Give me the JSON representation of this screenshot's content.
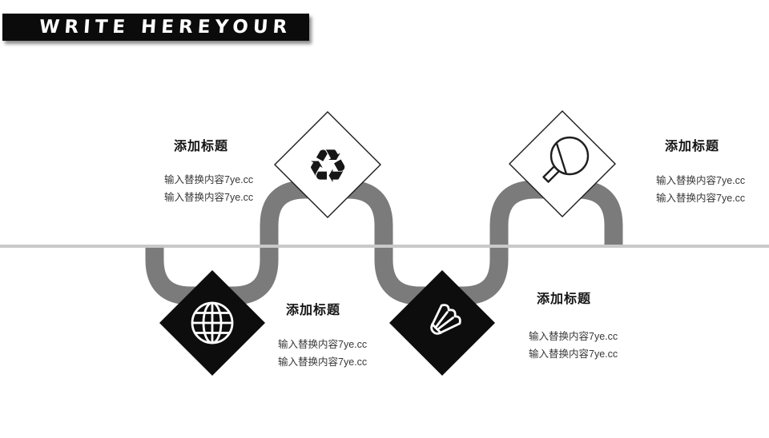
{
  "header": {
    "title": "WRITE HEREYOUR"
  },
  "colors": {
    "header_bg": "#0b0b0b",
    "header_text": "#ffffff",
    "ribbon": "#7b7b7b",
    "baseline": "#c9c9c9",
    "diamond_dark": "#0d0d0d",
    "diamond_light": "#ffffff",
    "diamond_border": "#1a1a1a",
    "title_text": "#141414",
    "body_text": "#373737"
  },
  "glyphs": {
    "recycle": "♻"
  },
  "items": [
    {
      "title": "添加标题",
      "body": [
        "输入替换内容7ye.cc",
        "输入替换内容7ye.cc"
      ],
      "icon": "recycle-icon",
      "diamond": "light",
      "position": "top-left"
    },
    {
      "title": "添加标题",
      "body": [
        "输入替换内容7ye.cc",
        "输入替换内容7ye.cc"
      ],
      "icon": "globe-icon",
      "diamond": "dark",
      "position": "bottom-left"
    },
    {
      "title": "添加标题",
      "body": [
        "输入替换内容7ye.cc",
        "输入替换内容7ye.cc"
      ],
      "icon": "shuttlecock-icon",
      "diamond": "dark",
      "position": "bottom-center"
    },
    {
      "title": "添加标题",
      "body": [
        "输入替换内容7ye.cc",
        "输入替换内容7ye.cc"
      ],
      "icon": "table-tennis-paddle-icon",
      "diamond": "light",
      "position": "top-right"
    }
  ]
}
